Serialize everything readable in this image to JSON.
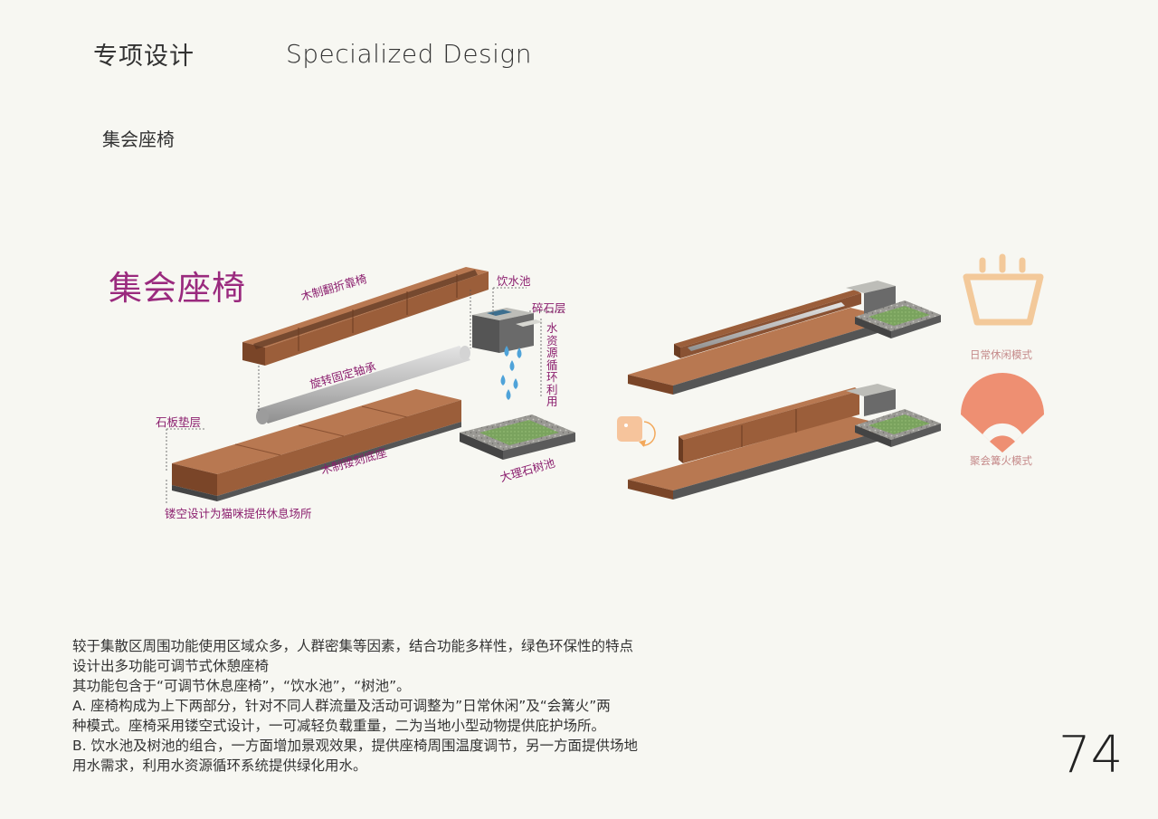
{
  "header": {
    "title_cn": "专项设计",
    "title_en": "Specialized Design"
  },
  "section_label": "集会座椅",
  "diagram": {
    "heading": "集会座椅",
    "labels": {
      "wood_folding_backrest": "木制翻折靠椅",
      "drinking_pool": "饮水池",
      "gravel_layer": "碎石层",
      "water_cycle": [
        "水",
        "资",
        "源",
        "循",
        "环",
        "利",
        "用"
      ],
      "rotating_bearing": "旋转固定轴承",
      "stone_slab_layer": "石板垫层",
      "wood_carved_base": "木制镂刻底座",
      "marble_tree_pool": "大理石树池",
      "hollow_design_for_cats": "镂空设计为猫咪提供休息场所"
    },
    "modes": {
      "daily": "日常休闲模式",
      "bonfire": "聚会篝火模式"
    },
    "colors": {
      "wood": "#9b5e3a",
      "wood_light": "#b87851",
      "wood_dark": "#6b3c22",
      "label": "#8b1e6e",
      "mode_daily_icon": "#f3c99a",
      "mode_bonfire_icon": "#ee8f72",
      "stone": "#8a8a86",
      "grass": "#7aa35e",
      "water": "#4fa3d9"
    }
  },
  "description": {
    "lines": [
      "较于集散区周围功能使用区域众多，人群密集等因素，结合功能多样性，绿色环保性的特点",
      "设计出多功能可调节式休憩座椅",
      "其功能包含于“可调节休息座椅”，“饮水池”，“树池”。",
      "A. 座椅构成为上下两部分，针对不同人群流量及活动可调整为”日常休闲”及“会篝火”两",
      "种模式。座椅采用镂空式设计，一可减轻负载重量，二为当地小型动物提供庇护场所。",
      "B. 饮水池及树池的组合，一方面增加景观效果，提供座椅周围温度调节，另一方面提供场地",
      "用水需求，利用水资源循环系统提供绿化用水。"
    ]
  },
  "page_number": "74"
}
